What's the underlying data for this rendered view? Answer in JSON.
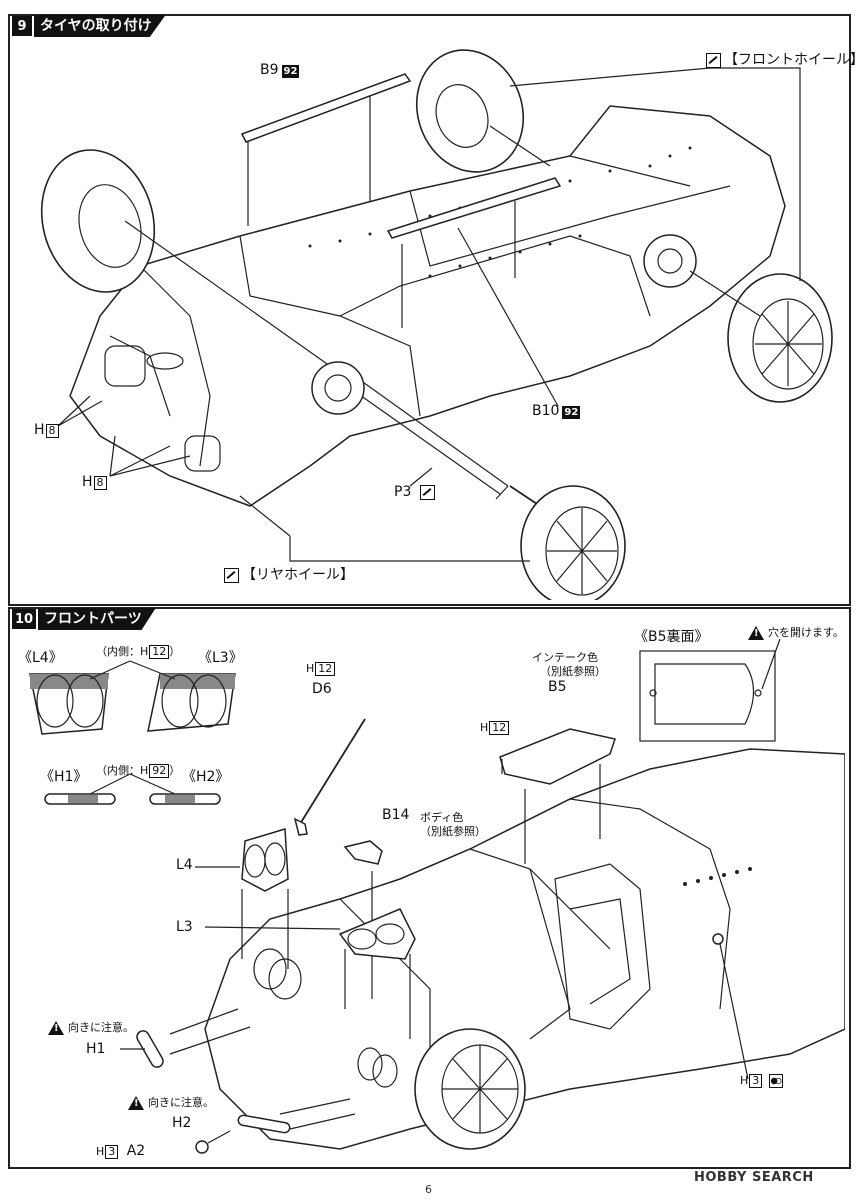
{
  "step9": {
    "num": "9",
    "title": "タイヤの取り付け",
    "front_wheel_label": "【フロントホイール】",
    "rear_wheel_label": "【リヤホイール】",
    "b9": {
      "part": "B9",
      "code": "92"
    },
    "b10": {
      "part": "B10",
      "code": "92"
    },
    "p3": "P3",
    "h8_a": {
      "prefix": "H",
      "code": "8"
    },
    "h8_b": {
      "prefix": "H",
      "code": "8"
    }
  },
  "step10": {
    "num": "10",
    "title": "フロントパーツ",
    "l4_head": "《L4》",
    "l3_head": "《L3》",
    "inner_l": {
      "text": "（内側：H",
      "code": "12",
      "close": "）"
    },
    "h1_head": "《H1》",
    "h2_head": "《H2》",
    "inner_h": {
      "text": "（内側：H",
      "code": "92",
      "close": "）"
    },
    "h12_d6": {
      "prefix": "H",
      "code": "12"
    },
    "d6": "D6",
    "b14": "B14",
    "body_color": "ボディ色",
    "body_color_ref": "（別紙参照）",
    "intake_color": "インテーク色",
    "intake_ref": "（別紙参照）",
    "b5": "B5",
    "h12_b5": {
      "prefix": "H",
      "code": "12"
    },
    "b5_back": "《B5裏面》",
    "drill_note": "穴を開けます。",
    "l4": "L4",
    "l3": "L3",
    "orient_note_1": "向きに注意。",
    "h1": "H1",
    "orient_note_2": "向きに注意。",
    "h2": "H2",
    "h3_a2": {
      "prefix": "H",
      "code": "3",
      "part": "A2"
    },
    "h3_right": {
      "prefix": "H",
      "code": "3"
    }
  },
  "footer": {
    "page_number": "6",
    "watermark": "HOBBY SEARCH"
  }
}
